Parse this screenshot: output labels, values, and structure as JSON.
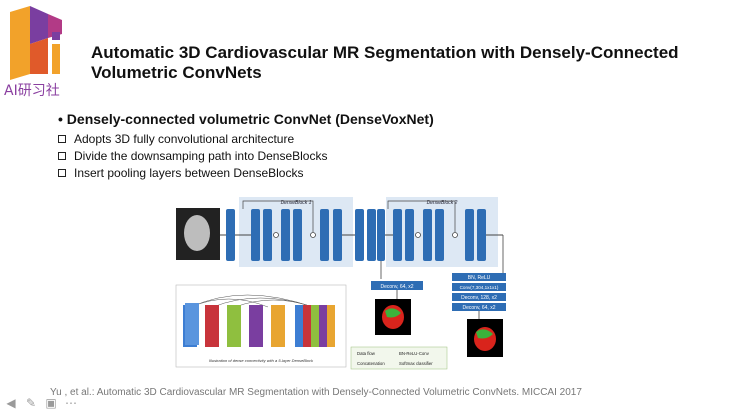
{
  "logo": {
    "text": "AI研习社"
  },
  "slide": {
    "title": "Automatic 3D Cardiovascular MR Segmentation with Densely-Connected Volumetric ConvNets",
    "bullet": "Densely-connected volumetric ConvNet (DenseVoxNet)",
    "items": [
      "Adopts 3D fully convolutional architecture",
      "Divide the downsamping path into DenseBlocks",
      "Insert pooling layers between DenseBlocks"
    ],
    "caption": "Yu , et al.: Automatic 3D Cardiovascular MR Segmentation with Densely-Connected Volumetric ConvNets. MICCAI 2017"
  },
  "diagram": {
    "denseblock1": "DenseBlock 1",
    "denseblock2": "DenseBlock 2",
    "deconv_left": "Deconv, 64, x2",
    "right_stack": [
      "BN, ReLU",
      "Conv(7,304,1x1x1)",
      "Deconv, 128, x2",
      "Deconv, 64, x2"
    ],
    "inset_caption": "Illustration of dense connectivity with a 5-layer DenseBlock",
    "legend": [
      "Data flow",
      "BN-ReLU-Conv",
      "Concatenation",
      "Softmax classifier"
    ]
  },
  "toolbar": {
    "icons": [
      "arrow-left-icon",
      "pen-icon",
      "slides-icon",
      "menu-icon"
    ]
  }
}
